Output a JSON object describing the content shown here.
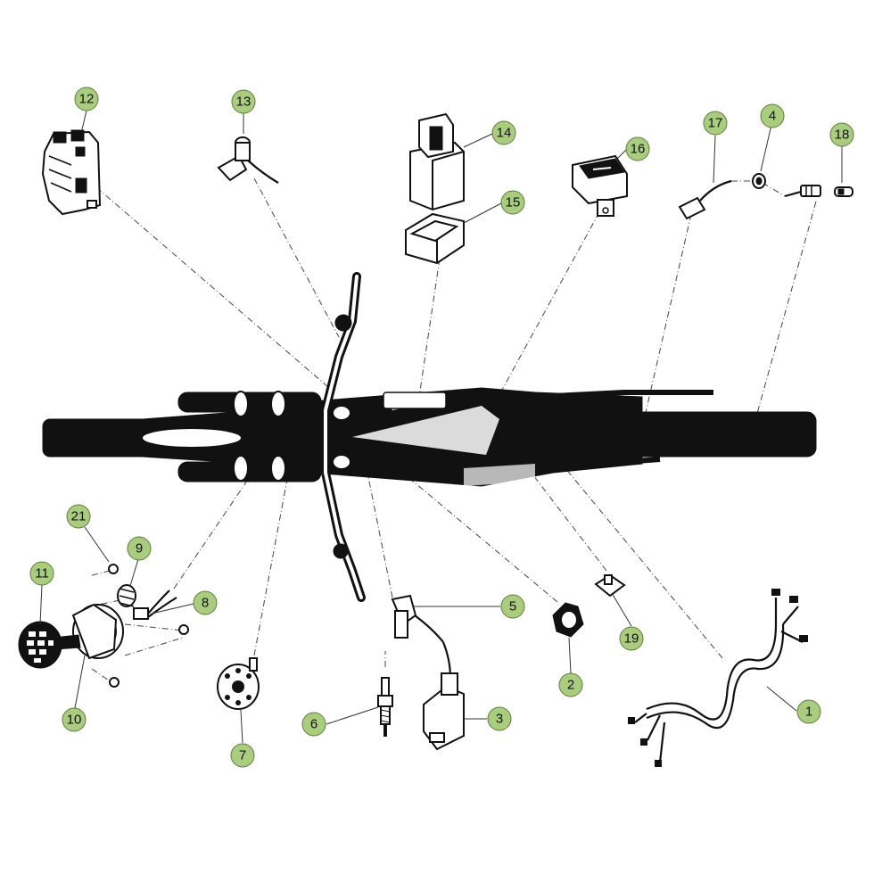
{
  "diagram": {
    "title": "",
    "callout_color": "#a9cc7e",
    "callouts": [
      {
        "id": "callout-1",
        "label": "1"
      },
      {
        "id": "callout-2",
        "label": "2"
      },
      {
        "id": "callout-3",
        "label": "3"
      },
      {
        "id": "callout-4",
        "label": "4"
      },
      {
        "id": "callout-5",
        "label": "5"
      },
      {
        "id": "callout-6",
        "label": "6"
      },
      {
        "id": "callout-7",
        "label": "7"
      },
      {
        "id": "callout-8",
        "label": "8"
      },
      {
        "id": "callout-9",
        "label": "9"
      },
      {
        "id": "callout-10",
        "label": "10"
      },
      {
        "id": "callout-11",
        "label": "11"
      },
      {
        "id": "callout-12",
        "label": "12"
      },
      {
        "id": "callout-13",
        "label": "13"
      },
      {
        "id": "callout-14",
        "label": "14"
      },
      {
        "id": "callout-15",
        "label": "15"
      },
      {
        "id": "callout-16",
        "label": "16"
      },
      {
        "id": "callout-17",
        "label": "17"
      },
      {
        "id": "callout-18",
        "label": "18"
      },
      {
        "id": "callout-19",
        "label": "19"
      },
      {
        "id": "callout-21",
        "label": "21"
      }
    ]
  }
}
